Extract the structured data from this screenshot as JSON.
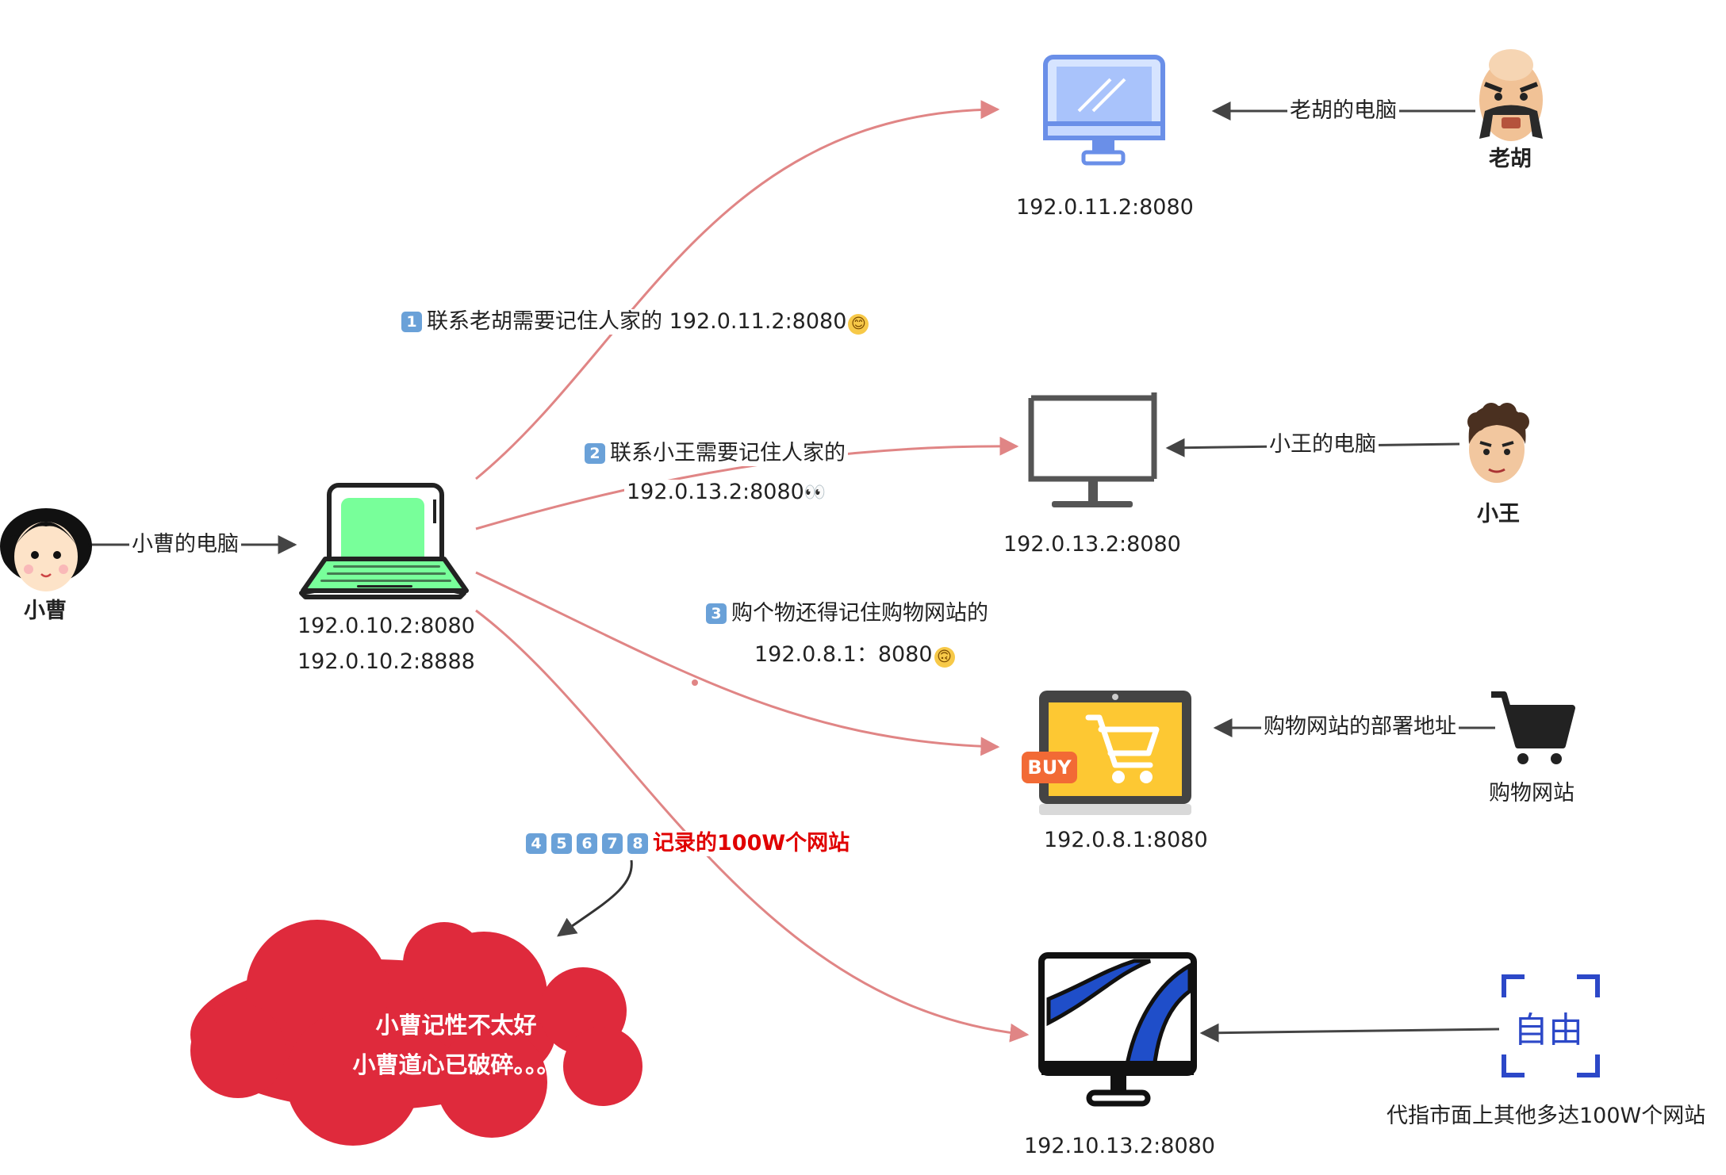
{
  "people": {
    "xiaocao": {
      "name": "小曹",
      "link": "小曹的电脑"
    },
    "laohu": {
      "name": "老胡",
      "link": "老胡的电脑"
    },
    "xiaowang": {
      "name": "小王",
      "link": "小王的电脑"
    },
    "shop": {
      "name": "购物网站",
      "link": "购物网站的部署地址"
    },
    "ziyou": {
      "badge": "自由",
      "desc": "代指市面上其他多达100W个网站"
    }
  },
  "devices": {
    "laptop": {
      "addr1": "192.0.10.2:8080",
      "addr2": "192.0.10.2:8888"
    },
    "laohu_pc": {
      "addr": "192.0.11.2:8080"
    },
    "xiaowang_pc": {
      "addr": "192.0.13.2:8080"
    },
    "shop_pc": {
      "addr": "192.0.8.1:8080",
      "buy": "BUY"
    },
    "other_pc": {
      "addr": "192.10.13.2:8080"
    }
  },
  "edges": {
    "e1": {
      "num": "1",
      "text": "联系老胡需要记住人家的 192.0.11.2:8080",
      "emoji": "😊"
    },
    "e2": {
      "num": "2",
      "text1": "联系小王需要记住人家的",
      "text2": "192.0.13.2:8080",
      "emoji": "👀"
    },
    "e3": {
      "num": "3",
      "text1": "购个物还得记住购物网站的",
      "text2": "192.0.8.1：8080",
      "emoji": "🙃"
    },
    "e4": {
      "nums": [
        "4",
        "5",
        "6",
        "7",
        "8"
      ],
      "text": "记录的100W个网站"
    }
  },
  "cloud": {
    "line1": "小曹记性不太好",
    "line2": "小曹道心已破碎。。。"
  },
  "colors": {
    "edge": "#e08585",
    "arrow": "#444444",
    "cloud": "#df2a3c",
    "laptop_screen": "#78ff9a",
    "buy": "#f26a35",
    "shop_screen": "#fdc833",
    "ziyou": "#2c48c8"
  }
}
